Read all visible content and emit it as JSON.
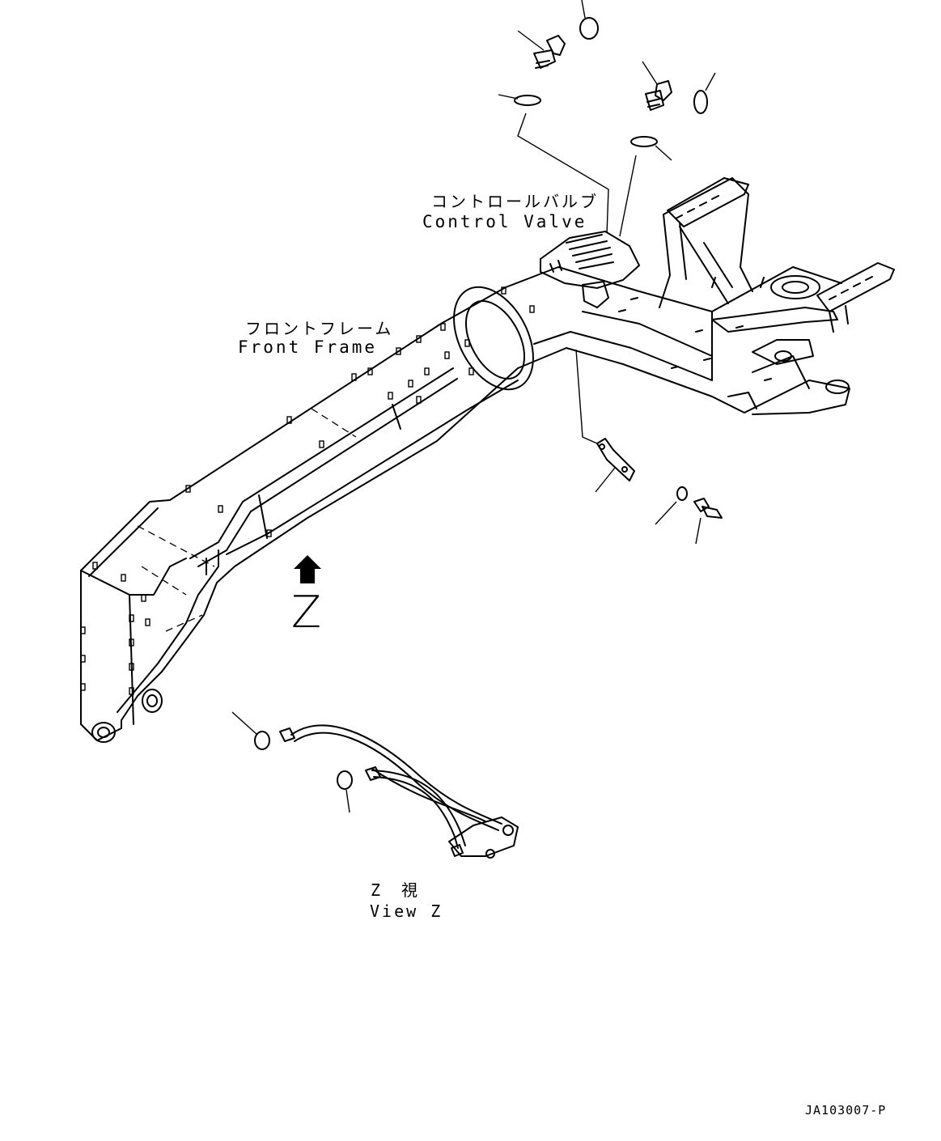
{
  "labels": {
    "control_valve_jp": "コントロールバルブ",
    "control_valve_en": "Control Valve",
    "front_frame_jp": "フロントフレーム",
    "front_frame_en": "Front Frame",
    "view_marker": "Z",
    "view_jp": "Z　視",
    "view_en": "View Z",
    "drawing_code": "JA103007-P"
  },
  "icons": {
    "view_arrow": "arrow-up-icon"
  }
}
